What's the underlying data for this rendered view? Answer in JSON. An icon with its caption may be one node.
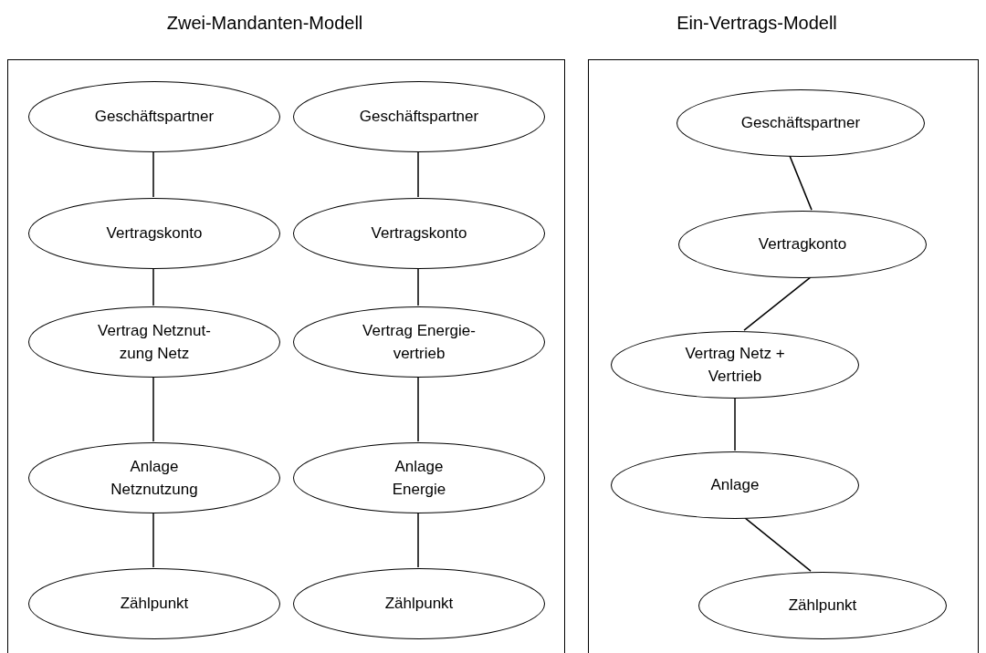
{
  "diagram": {
    "nodes": [
      {
        "text": [
          "Zwei-Mandanten-Modell"
        ]
      },
      {
        "text": [
          "Geschäftspartner"
        ],
        "in": 0
      },
      {
        "text": [
          "Vertragskonto"
        ],
        "in": 0
      },
      {
        "text": [
          "Vertrag Netznut-zung Netz"
        ],
        "in": 0
      },
      {
        "text": [
          "Anlage Netznutzung"
        ],
        "in": 0
      },
      {
        "text": [
          "Zählpunkt"
        ],
        "in": 0
      },
      {
        "text": [
          "Geschäftspartner"
        ],
        "in": 0
      },
      {
        "text": [
          "Vertragskonto"
        ],
        "in": 0
      },
      {
        "text": [
          "Vertrag Energie-vertrieb"
        ],
        "in": 0
      },
      {
        "text": [
          "Anlage Energie"
        ],
        "in": 0
      },
      {
        "text": [
          "Zählpunkt"
        ],
        "in": 0
      },
      {
        "text": [
          "Ein-Vertrags-Modell"
        ]
      },
      {
        "text": [
          "Geschäftspartner"
        ],
        "in": 11
      },
      {
        "text": [
          "Vertragkonto"
        ],
        "in": 11
      },
      {
        "text": [
          "Vertrag Netz + Vertrieb"
        ],
        "in": 11
      },
      {
        "text": [
          "Anlage"
        ],
        "in": 11
      },
      {
        "text": [
          "Zählpunkt"
        ],
        "in": 11
      }
    ],
    "edges": [
      {
        "from": 1,
        "to": 2,
        "arrow": "none"
      },
      {
        "from": 2,
        "to": 3,
        "arrow": "none"
      },
      {
        "from": 3,
        "to": 4,
        "arrow": "none"
      },
      {
        "from": 4,
        "to": 5,
        "arrow": "none"
      },
      {
        "from": 6,
        "to": 7,
        "arrow": "none"
      },
      {
        "from": 7,
        "to": 8,
        "arrow": "none"
      },
      {
        "from": 8,
        "to": 9,
        "arrow": "none"
      },
      {
        "from": 9,
        "to": 10,
        "arrow": "none"
      },
      {
        "from": 12,
        "to": 13,
        "arrow": "none"
      },
      {
        "from": 13,
        "to": 14,
        "arrow": "none"
      },
      {
        "from": 14,
        "to": 15,
        "arrow": "none"
      },
      {
        "from": 15,
        "to": 16,
        "arrow": "none"
      }
    ]
  }
}
